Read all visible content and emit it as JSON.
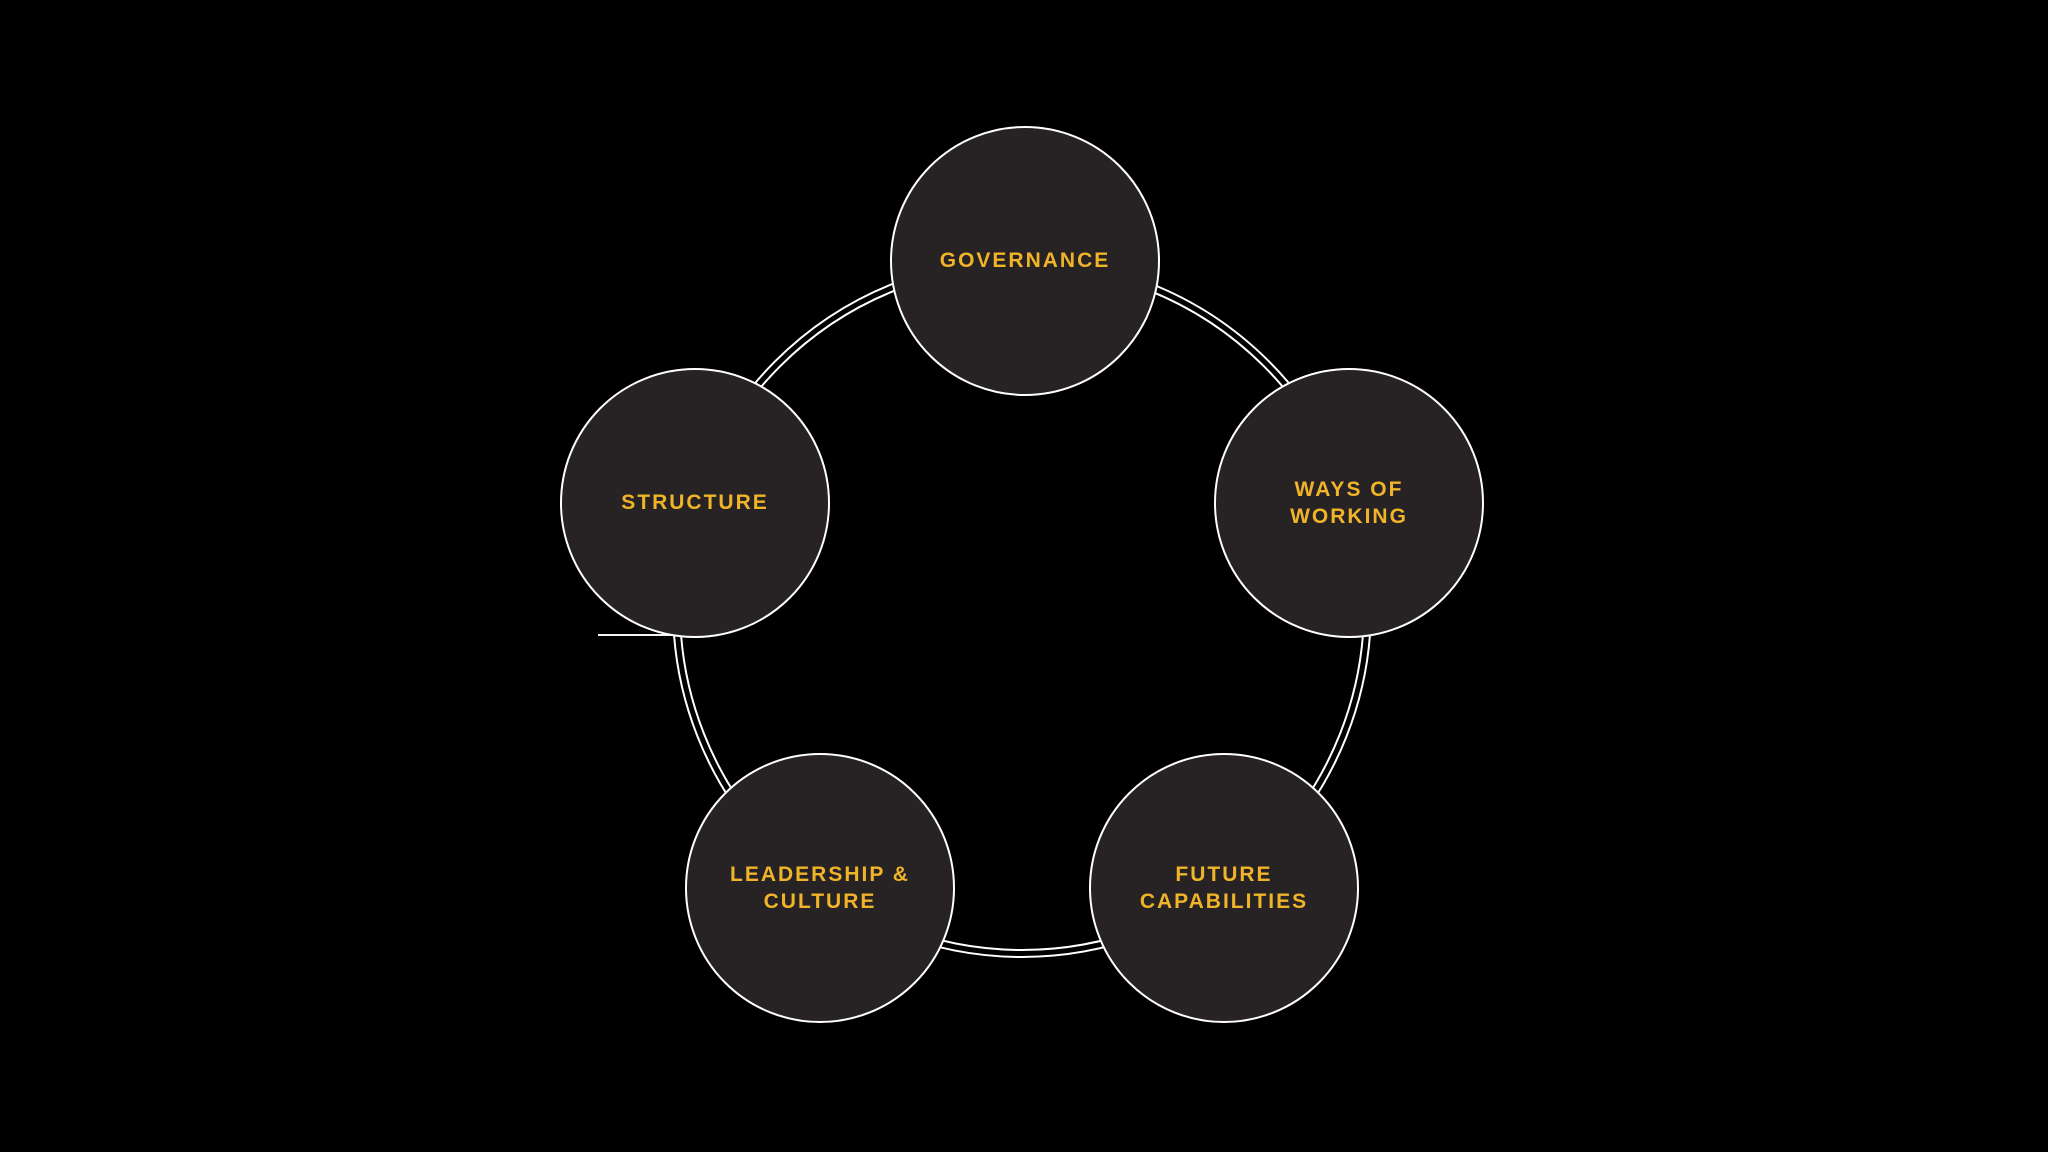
{
  "diagram": {
    "type": "cycle-diagram",
    "description": "Five dark circular nodes arranged in a pentagon on a black background, connected by a thin double white ring",
    "nodes": [
      {
        "id": "governance",
        "label": "GOVERNANCE",
        "position": "top"
      },
      {
        "id": "ways-of-working",
        "label": "WAYS OF WORKING",
        "position": "upper-right"
      },
      {
        "id": "future-capabilities",
        "label": "FUTURE CAPABILITIES",
        "position": "lower-right"
      },
      {
        "id": "leadership-culture",
        "label": "LEADERSHIP & CULTURE",
        "position": "lower-left"
      },
      {
        "id": "structure",
        "label": "STRUCTURE",
        "position": "upper-left"
      }
    ],
    "colors": {
      "background": "#000000",
      "node_fill": "#272223",
      "node_stroke": "#ffffff",
      "label_text": "#f0b429",
      "ring_stroke": "#ffffff"
    }
  }
}
